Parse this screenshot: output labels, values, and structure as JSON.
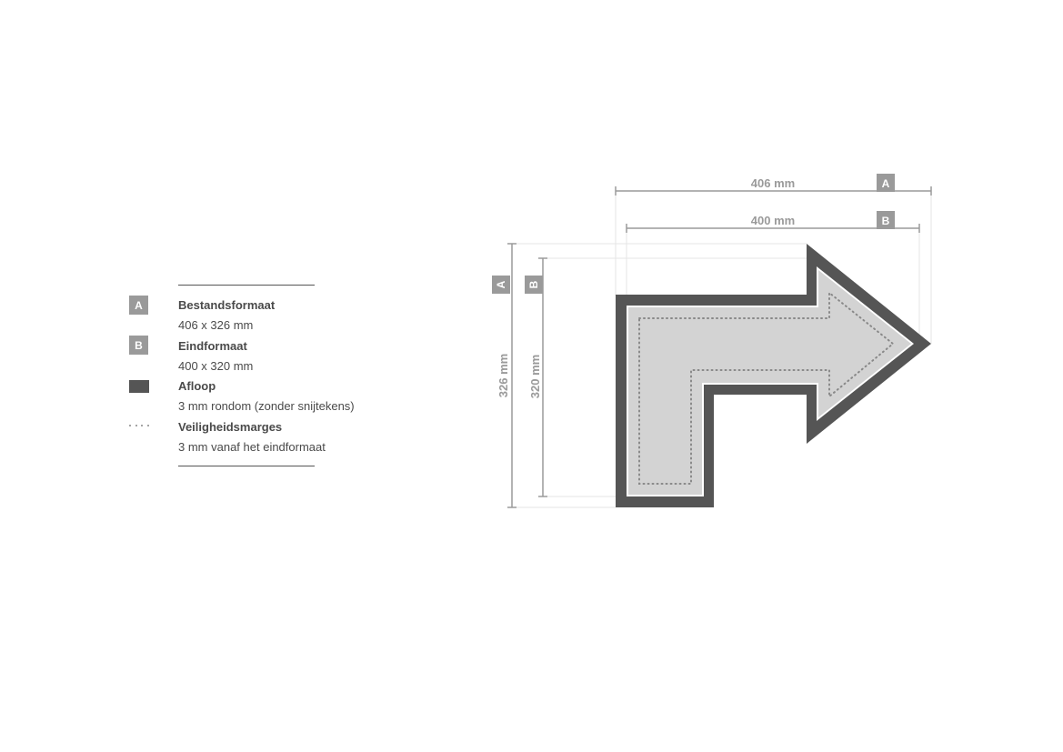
{
  "legend": {
    "items": [
      {
        "marker": "A",
        "title": "Bestandsformaat",
        "desc": "406 x 326 mm"
      },
      {
        "marker": "B",
        "title": "Eindformaat",
        "desc": "400 x 320 mm"
      },
      {
        "marker": "bleed-swatch",
        "title": "Afloop",
        "desc": "3 mm rondom (zonder snijtekens)"
      },
      {
        "marker": "dotted-line",
        "title": "Veiligheidsmarges",
        "desc": "3 mm vanaf het eindformaat"
      }
    ]
  },
  "dimensions": {
    "file_width": "406 mm",
    "final_width": "400 mm",
    "file_height": "326 mm",
    "final_height": "320 mm",
    "label_a": "A",
    "label_b": "B"
  },
  "colors": {
    "bleed": "#555555",
    "fill": "#d3d3d3",
    "dimension_line": "#9a9a9a",
    "badge": "#9a9a9a"
  }
}
